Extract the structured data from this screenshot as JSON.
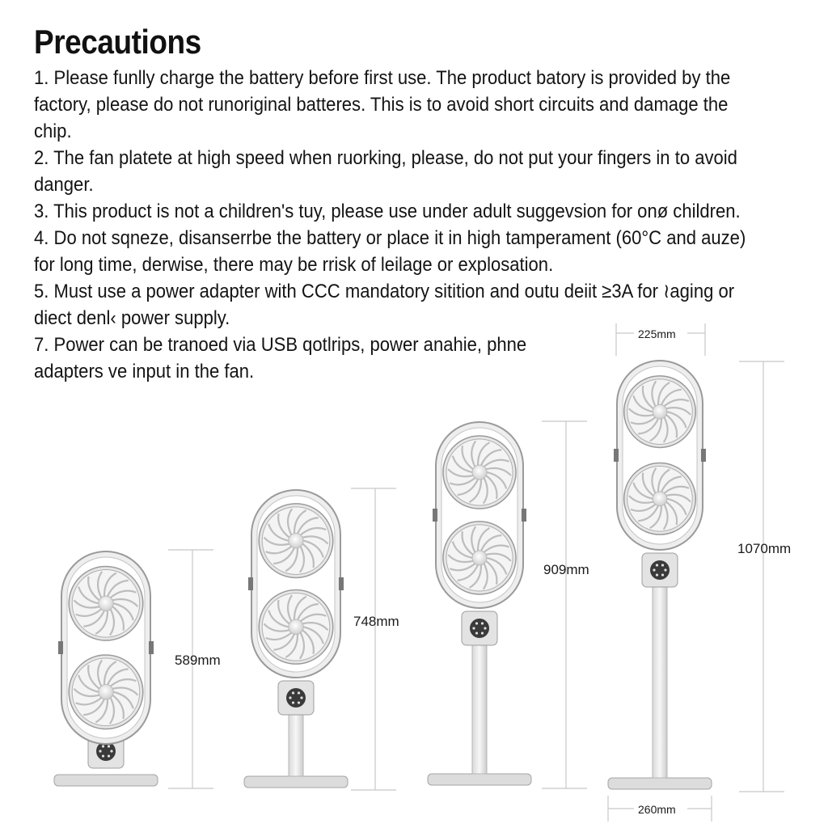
{
  "title": "Precautions",
  "lines": [
    "1. Please funlly charge the battery before first use. The product batory is provided by the",
    "factory, please do not runoriginal batteres. This is to avoid short circuits and damage the",
    "chip.",
    "2. The fan platete at high speed when ruorking, please, do not put your fingers in to avoid",
    "danger.",
    "3. This product is not a children's tuy, please use under adult suggevsion for onø children.",
    "4. Do not sqneze, disanserrbe the battery or place it in high tamperament (60°C and auze)",
    "for long time, derwise, there may be rrisk of leilage or explosation.",
    "5. Must use a power adapter with CCC mandatory sitition and outu deiit ≥3A for ≀aging or",
    "diect denl‹ power supply.",
    "7. Power can be tranoed via USB qotlrips, power anahie, phne",
    "adapters ve input in the fan."
  ],
  "fans": [
    {
      "height_label": "589mm"
    },
    {
      "height_label": "748mm"
    },
    {
      "height_label": "909mm"
    },
    {
      "height_label": "1070mm"
    }
  ],
  "width_top_label": "225mm",
  "width_base_label": "260mm",
  "colors": {
    "text": "#111111",
    "frame": "#eeeeee",
    "frame_stroke": "#9a9a9a",
    "fan_blade": "#bdbdbd",
    "dimension_line": "#c8c8c8"
  }
}
